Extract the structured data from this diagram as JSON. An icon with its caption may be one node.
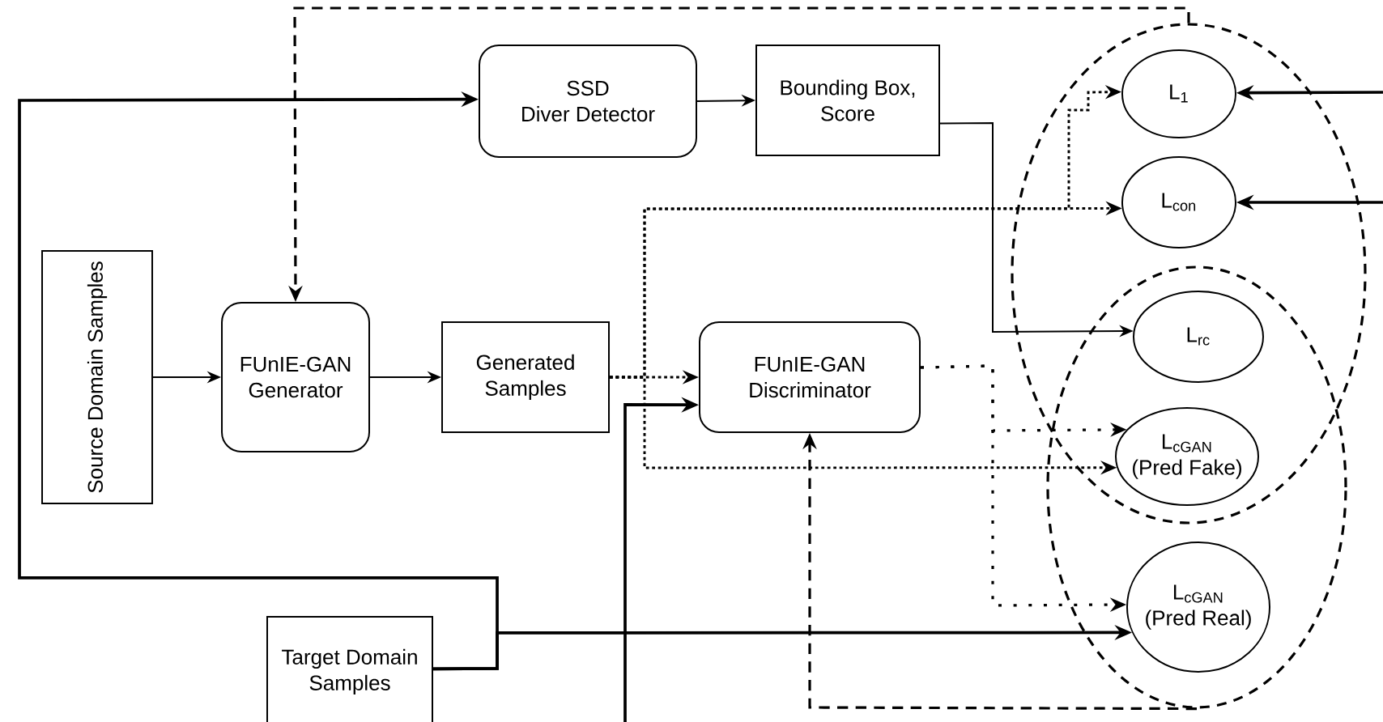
{
  "diagram": {
    "nodes": [
      {
        "text": [
          "Source Domain Samples"
        ]
      },
      {
        "text": [
          "FUnIE-GAN Generator"
        ]
      },
      {
        "text": [
          "Generated Samples"
        ]
      },
      {
        "text": [
          "SSD",
          "Diver Detector"
        ]
      },
      {
        "text": [
          "Bounding Box, Score"
        ]
      },
      {
        "text": [
          "FUnIE-GAN Discriminator"
        ]
      },
      {
        "text": [
          "Target Domain Samples"
        ]
      },
      {
        "text": [],
        "shape": "ellipse"
      },
      {
        "text": [],
        "shape": "ellipse"
      },
      {
        "text": [
          "L$_{1}$"
        ],
        "in": 7
      },
      {
        "text": [
          "L$_{con}$"
        ],
        "in": 7
      },
      {
        "text": [
          "L$_{rc}$"
        ]
      },
      {
        "text": [
          "L$_{cGAN}$",
          "(Pred Fake)"
        ]
      },
      {
        "text": [
          "L$_{cGAN}$",
          "(Pred Real)"
        ],
        "in": 8
      }
    ],
    "edges": [
      {
        "from": 0,
        "to": 1,
        "arrow": "to"
      },
      {
        "from": 1,
        "to": 2,
        "arrow": "to"
      },
      {
        "from": 3,
        "to": 4,
        "arrow": "to"
      },
      {
        "from": 4,
        "to": 11,
        "arrow": "to"
      },
      {
        "from": 2,
        "to": 5,
        "arrow": "to",
        "style": "dashed"
      },
      {
        "from": 2,
        "to": 9,
        "arrow": "to",
        "style": "dashed"
      },
      {
        "from": 2,
        "to": 10,
        "arrow": "to",
        "style": "dashed"
      },
      {
        "from": 2,
        "to": 12,
        "arrow": "to",
        "style": "dashed"
      },
      {
        "from": 5,
        "to": 12,
        "arrow": "to",
        "style": "dashed"
      },
      {
        "from": 5,
        "to": 13,
        "arrow": "to",
        "style": "dashed"
      },
      {
        "from": 6,
        "to": 3,
        "arrow": "to"
      },
      {
        "from": 6,
        "to": 13,
        "arrow": "to"
      },
      {
        "from": null,
        "to": 5,
        "arrow": "to"
      },
      {
        "from": null,
        "to": 9,
        "arrow": "to"
      },
      {
        "from": null,
        "to": 10,
        "arrow": "to"
      },
      {
        "from": 7,
        "to": 1,
        "arrow": "to",
        "style": "dashed"
      },
      {
        "from": 8,
        "to": 5,
        "arrow": "to",
        "style": "dashed"
      }
    ]
  }
}
